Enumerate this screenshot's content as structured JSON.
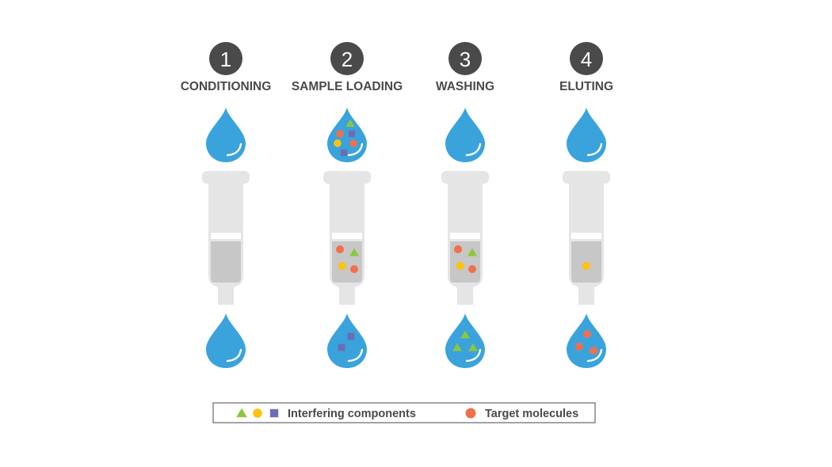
{
  "colors": {
    "drop": "#3aa3dc",
    "tube": "#e5e5e5",
    "sorbent": "#c7c7c7",
    "frit": "#ffffff",
    "badge": "#4a4a4a",
    "triangle": "#8dc63f",
    "yellow_circle": "#ffc20e",
    "square": "#6a6fb5",
    "target": "#f26f4e"
  },
  "steps": [
    {
      "number": "1",
      "title": "CONDITIONING",
      "input": [],
      "column": [],
      "output": []
    },
    {
      "number": "2",
      "title": "SAMPLE LOADING",
      "input": [
        "triangle",
        "circle-target",
        "square",
        "circle-yellow",
        "circle-target",
        "square"
      ],
      "column": [
        "circle-target",
        "triangle",
        "circle-yellow",
        "circle-target"
      ],
      "output": [
        "square",
        "square"
      ]
    },
    {
      "number": "3",
      "title": "WASHING",
      "input": [],
      "column": [
        "circle-target",
        "triangle",
        "circle-yellow",
        "circle-target"
      ],
      "output": [
        "triangle",
        "triangle",
        "triangle"
      ]
    },
    {
      "number": "4",
      "title": "ELUTING",
      "input": [],
      "column": [
        "circle-yellow"
      ],
      "output": [
        "circle-target",
        "circle-target",
        "circle-target"
      ]
    }
  ],
  "legend": {
    "interfering_label": "Interfering components",
    "interfering_shapes": [
      "triangle",
      "circle-yellow",
      "square"
    ],
    "target_label": "Target molecules",
    "target_shape": "circle-target"
  }
}
